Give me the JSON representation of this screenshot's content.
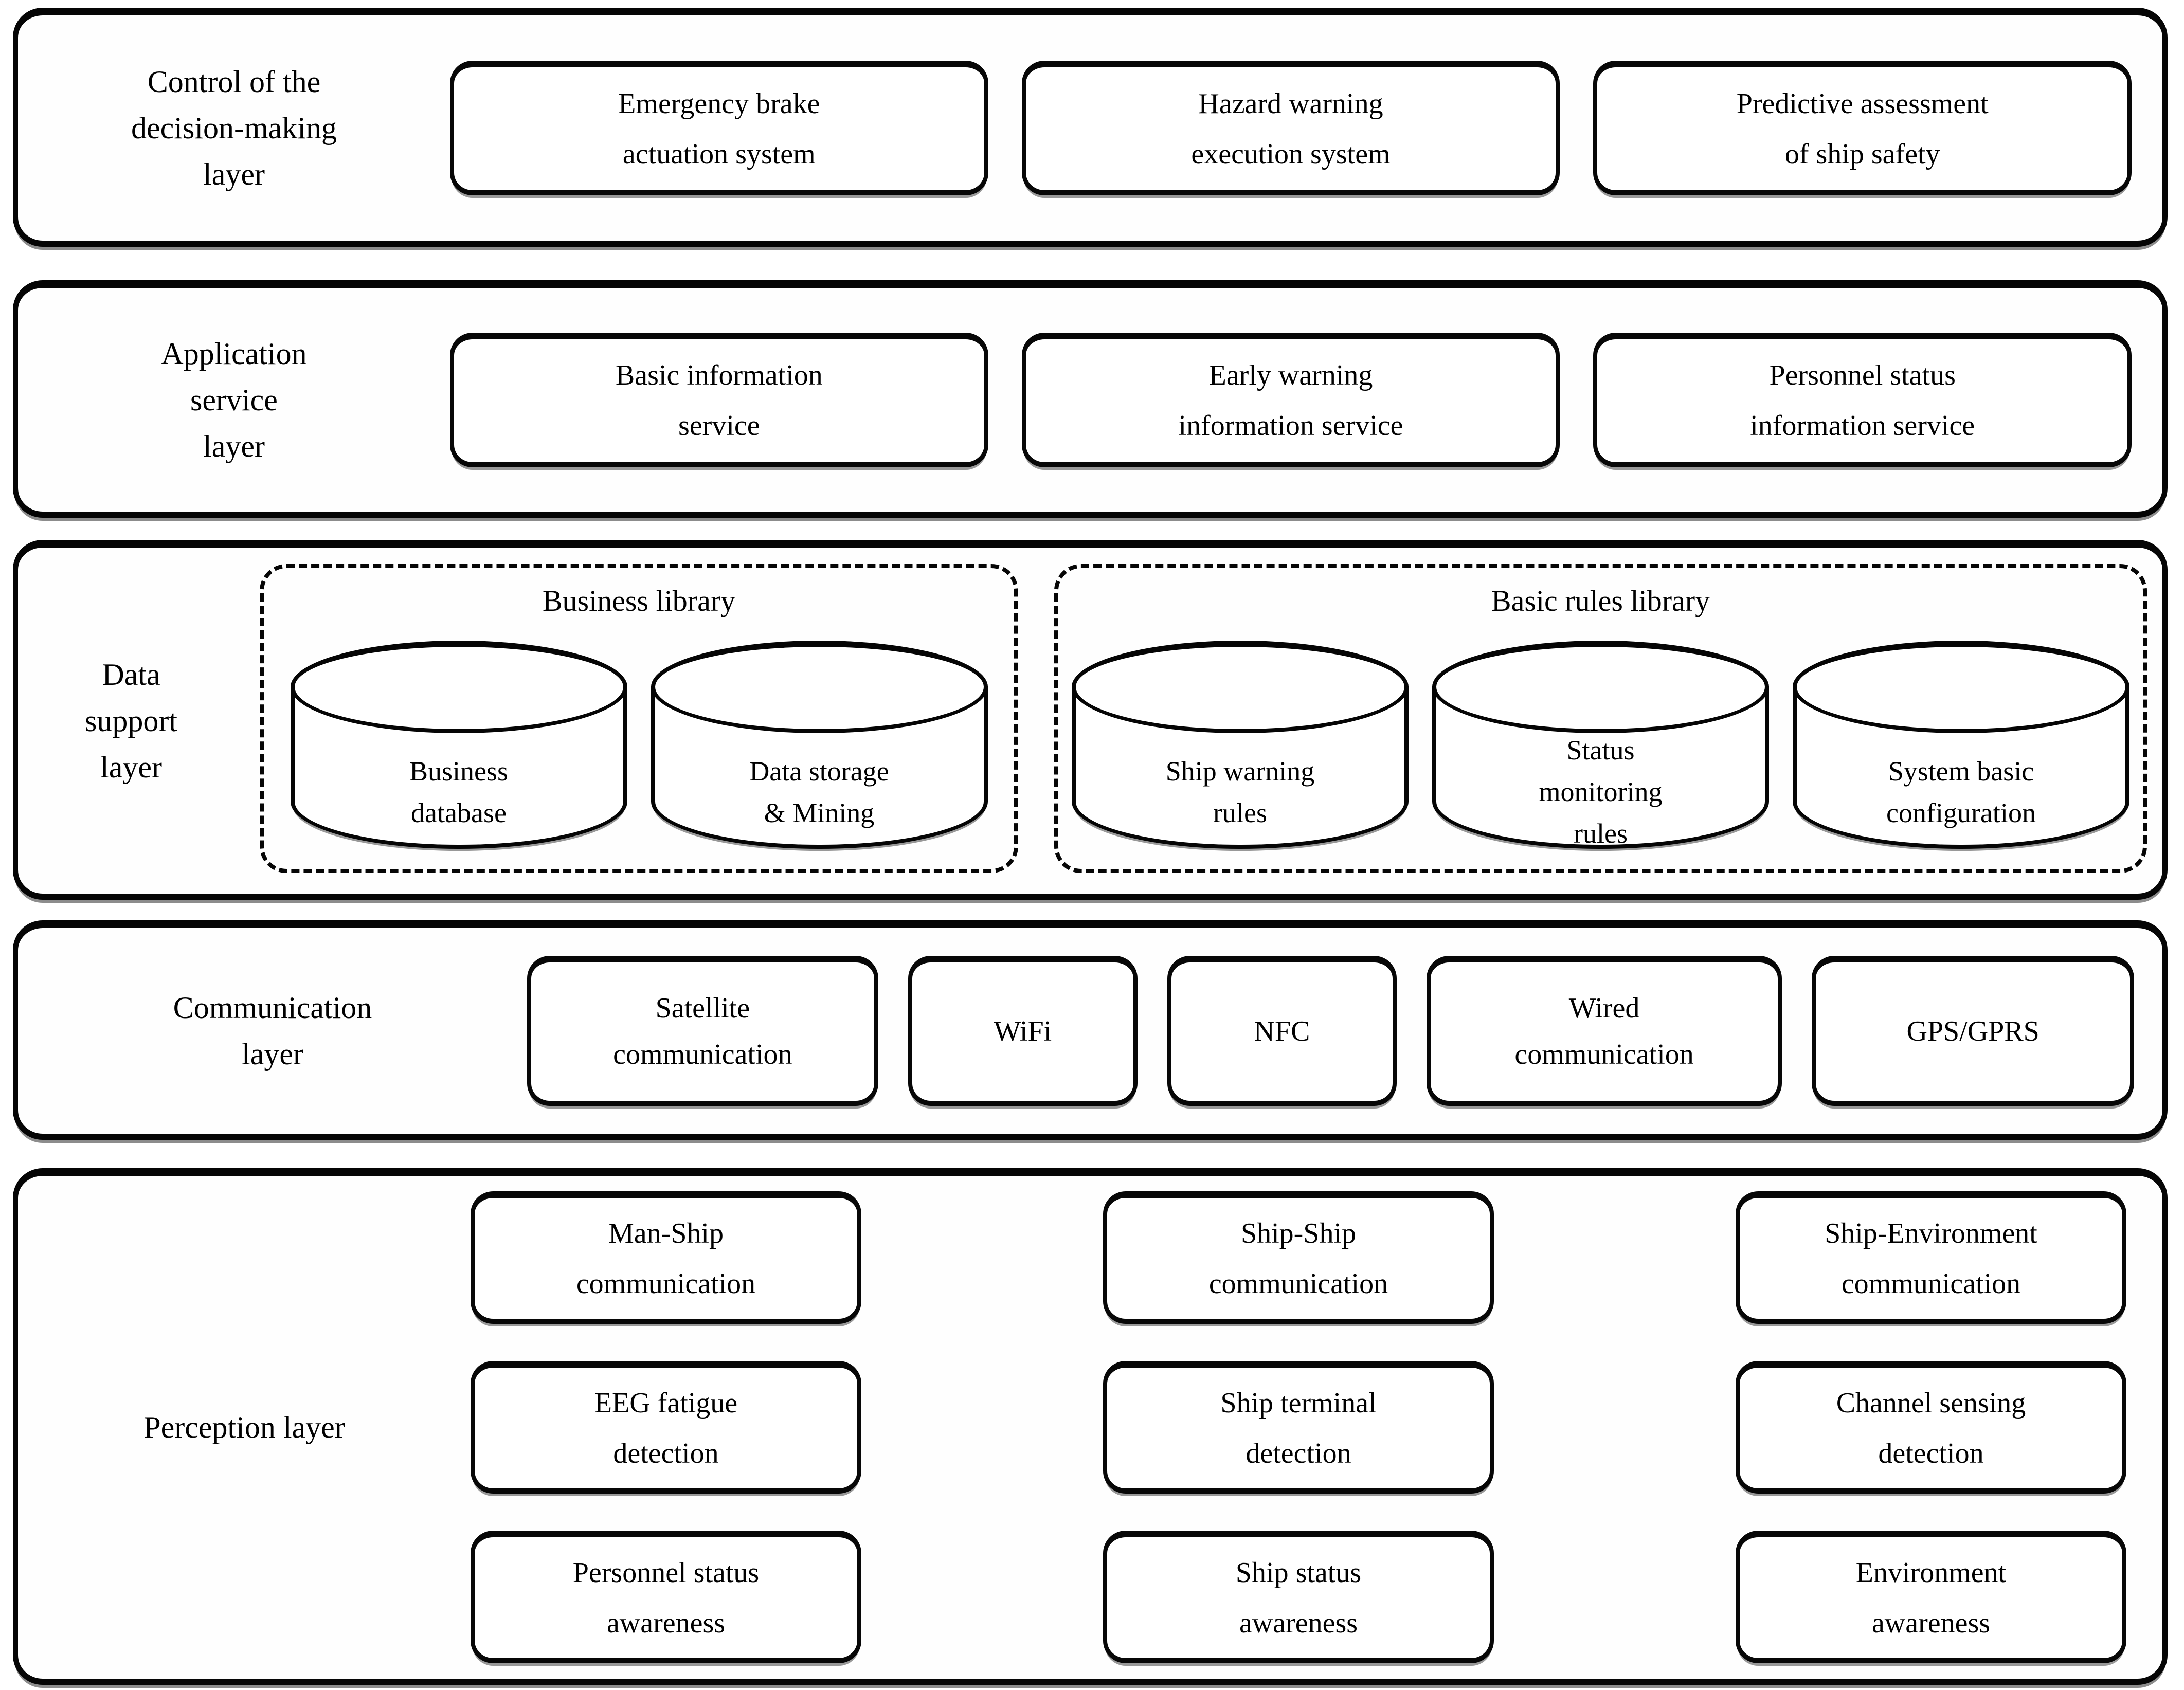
{
  "diagram": {
    "colors": {
      "background": "#ffffff",
      "line": "#000000",
      "text": "#000000"
    },
    "layers": [
      {
        "id": "control-decision-making",
        "label": "Control of the decision-making layer",
        "label_lines": [
          "Control of the",
          "decision-making",
          "layer"
        ],
        "boxes": [
          {
            "name": "emergency-brake-actuation-system",
            "lines": [
              "Emergency brake",
              "actuation system"
            ]
          },
          {
            "name": "hazard-warning-execution-system",
            "lines": [
              "Hazard warning",
              "execution system"
            ]
          },
          {
            "name": "predictive-assessment-of-ship-safety",
            "lines": [
              "Predictive assessment",
              "of ship safety"
            ]
          }
        ]
      },
      {
        "id": "application-service",
        "label": "Application service layer",
        "label_lines": [
          "Application",
          "service",
          "layer"
        ],
        "boxes": [
          {
            "name": "basic-information-service",
            "lines": [
              "Basic information",
              "service"
            ]
          },
          {
            "name": "early-warning-information-service",
            "lines": [
              "Early warning",
              "information service"
            ]
          },
          {
            "name": "personnel-status-information-service",
            "lines": [
              "Personnel status",
              "information service"
            ]
          }
        ]
      },
      {
        "id": "data-support",
        "label": "Data support layer",
        "label_lines": [
          "Data",
          "support",
          "layer"
        ],
        "groups": [
          {
            "title": "Business library",
            "cylinders": [
              {
                "name": "business-database",
                "lines": [
                  "Business",
                  "database"
                ]
              },
              {
                "name": "data-storage-and-mining",
                "lines": [
                  "Data storage",
                  "& Mining"
                ]
              }
            ]
          },
          {
            "title": "Basic rules library",
            "cylinders": [
              {
                "name": "ship-warning-rules",
                "lines": [
                  "Ship warning",
                  "rules"
                ]
              },
              {
                "name": "status-monitoring-rules",
                "lines": [
                  "Status",
                  "monitoring",
                  "rules"
                ]
              },
              {
                "name": "system-basic-configuration",
                "lines": [
                  "System basic",
                  "configuration"
                ]
              }
            ]
          }
        ]
      },
      {
        "id": "communication",
        "label": "Communication layer",
        "label_lines": [
          "Communication",
          "layer"
        ],
        "boxes": [
          {
            "name": "satellite-communication",
            "lines": [
              "Satellite",
              "communication"
            ]
          },
          {
            "name": "wifi",
            "lines": [
              "WiFi"
            ]
          },
          {
            "name": "nfc",
            "lines": [
              "NFC"
            ]
          },
          {
            "name": "wired-communication",
            "lines": [
              "Wired",
              "communication"
            ]
          },
          {
            "name": "gps-gprs",
            "lines": [
              "GPS/GPRS"
            ]
          }
        ]
      },
      {
        "id": "perception",
        "label": "Perception layer",
        "label_lines": [
          "Perception layer"
        ],
        "grid": [
          [
            {
              "name": "man-ship-communication",
              "lines": [
                "Man-Ship",
                "communication"
              ]
            },
            {
              "name": "ship-ship-communication",
              "lines": [
                "Ship-Ship",
                "communication"
              ]
            },
            {
              "name": "ship-environment-communication",
              "lines": [
                "Ship-Environment",
                "communication"
              ]
            }
          ],
          [
            {
              "name": "eeg-fatigue-detection",
              "lines": [
                "EEG fatigue",
                "detection"
              ]
            },
            {
              "name": "ship-terminal-detection",
              "lines": [
                "Ship terminal",
                "detection"
              ]
            },
            {
              "name": "channel-sensing-detection",
              "lines": [
                "Channel sensing",
                "detection"
              ]
            }
          ],
          [
            {
              "name": "personnel-status-awareness",
              "lines": [
                "Personnel status",
                "awareness"
              ]
            },
            {
              "name": "ship-status-awareness",
              "lines": [
                "Ship status",
                "awareness"
              ]
            },
            {
              "name": "environment-awareness",
              "lines": [
                "Environment",
                "awareness"
              ]
            }
          ]
        ]
      }
    ]
  }
}
